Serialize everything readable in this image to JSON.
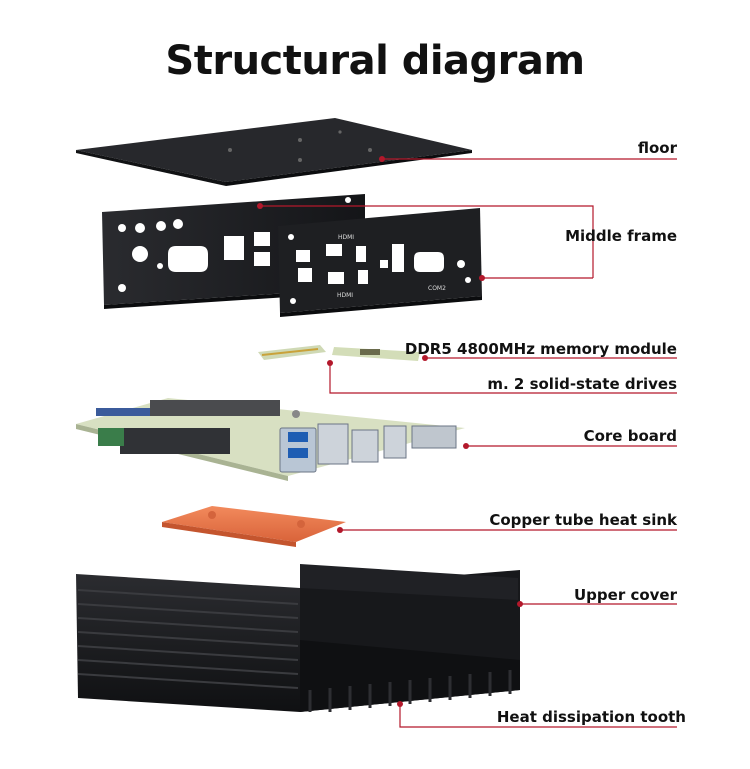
{
  "title": "Structural diagram",
  "colors": {
    "leader": "#b3182b",
    "dark_metal": "#1c1d20",
    "copper": "#ee7a4a",
    "pcb_green": "#cfd9b5"
  },
  "components": [
    {
      "id": "floor",
      "label": "floor"
    },
    {
      "id": "middle-frame",
      "label": "Middle frame"
    },
    {
      "id": "memory",
      "label": "DDR5 4800MHz memory module"
    },
    {
      "id": "ssd",
      "label": "m. 2 solid-state drives"
    },
    {
      "id": "core-board",
      "label": "Core board"
    },
    {
      "id": "heat-sink",
      "label": "Copper tube heat sink"
    },
    {
      "id": "upper-cover",
      "label": "Upper cover"
    },
    {
      "id": "heat-tooth",
      "label": "Heat dissipation tooth"
    }
  ],
  "port_labels": {
    "hdmi_top": "HDMI",
    "hdmi_bottom": "HDMI",
    "com": "COM2"
  }
}
